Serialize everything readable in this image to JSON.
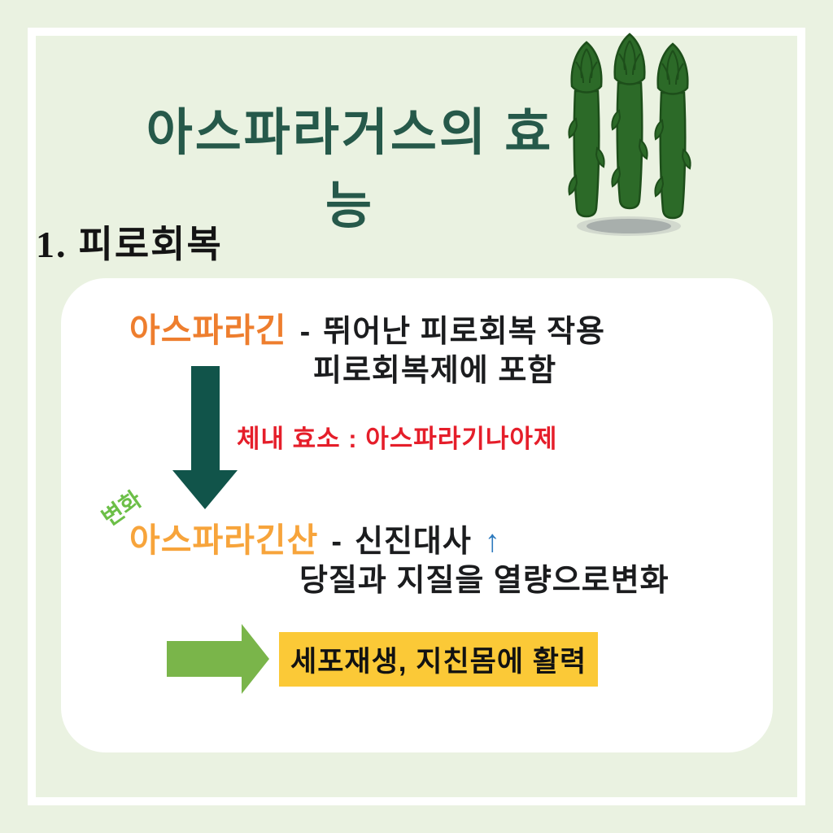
{
  "colors": {
    "page_bg": "#eaf2e1",
    "frame": "#ffffff",
    "title_green": "#26594a",
    "heading_black": "#141414",
    "body_black": "#1b1c1e",
    "asparagine_orange": "#ee7e2e",
    "aspartic_orange": "#f7a43b",
    "enzyme_red": "#e51e2a",
    "change_green": "#6cbf47",
    "down_arrow_teal": "#11544a",
    "right_arrow_green": "#7ab54a",
    "highlight_yellow": "#fbc937",
    "metabolism_blue": "#2d7abe",
    "asparagus_green": "#2c6a28",
    "asparagus_outline": "#1d4e1a",
    "shadow_gray": "#a7adad"
  },
  "title": "아스파라거스의 효능",
  "section": {
    "number": "1.",
    "label": "피로회복"
  },
  "card": {
    "asparagine": {
      "term": "아스파라긴",
      "separator": "-",
      "line1": "뛰어난 피로회복 작용",
      "line2": "피로회복제에 포함"
    },
    "enzyme": "체내 효소 : 아스파라기나아제",
    "change_label": "변화",
    "aspartic": {
      "term": "아스파라긴산",
      "separator": "-",
      "line1": "신진대사",
      "up_arrow": "↑",
      "line2": "당질과 지질을 열량으로변화"
    },
    "result": "세포재생, 지친몸에 활력"
  },
  "icons": {
    "asparagus": "asparagus-bundle-illustration",
    "down_arrow": "transformation-down-arrow",
    "right_arrow": "result-right-arrow"
  }
}
